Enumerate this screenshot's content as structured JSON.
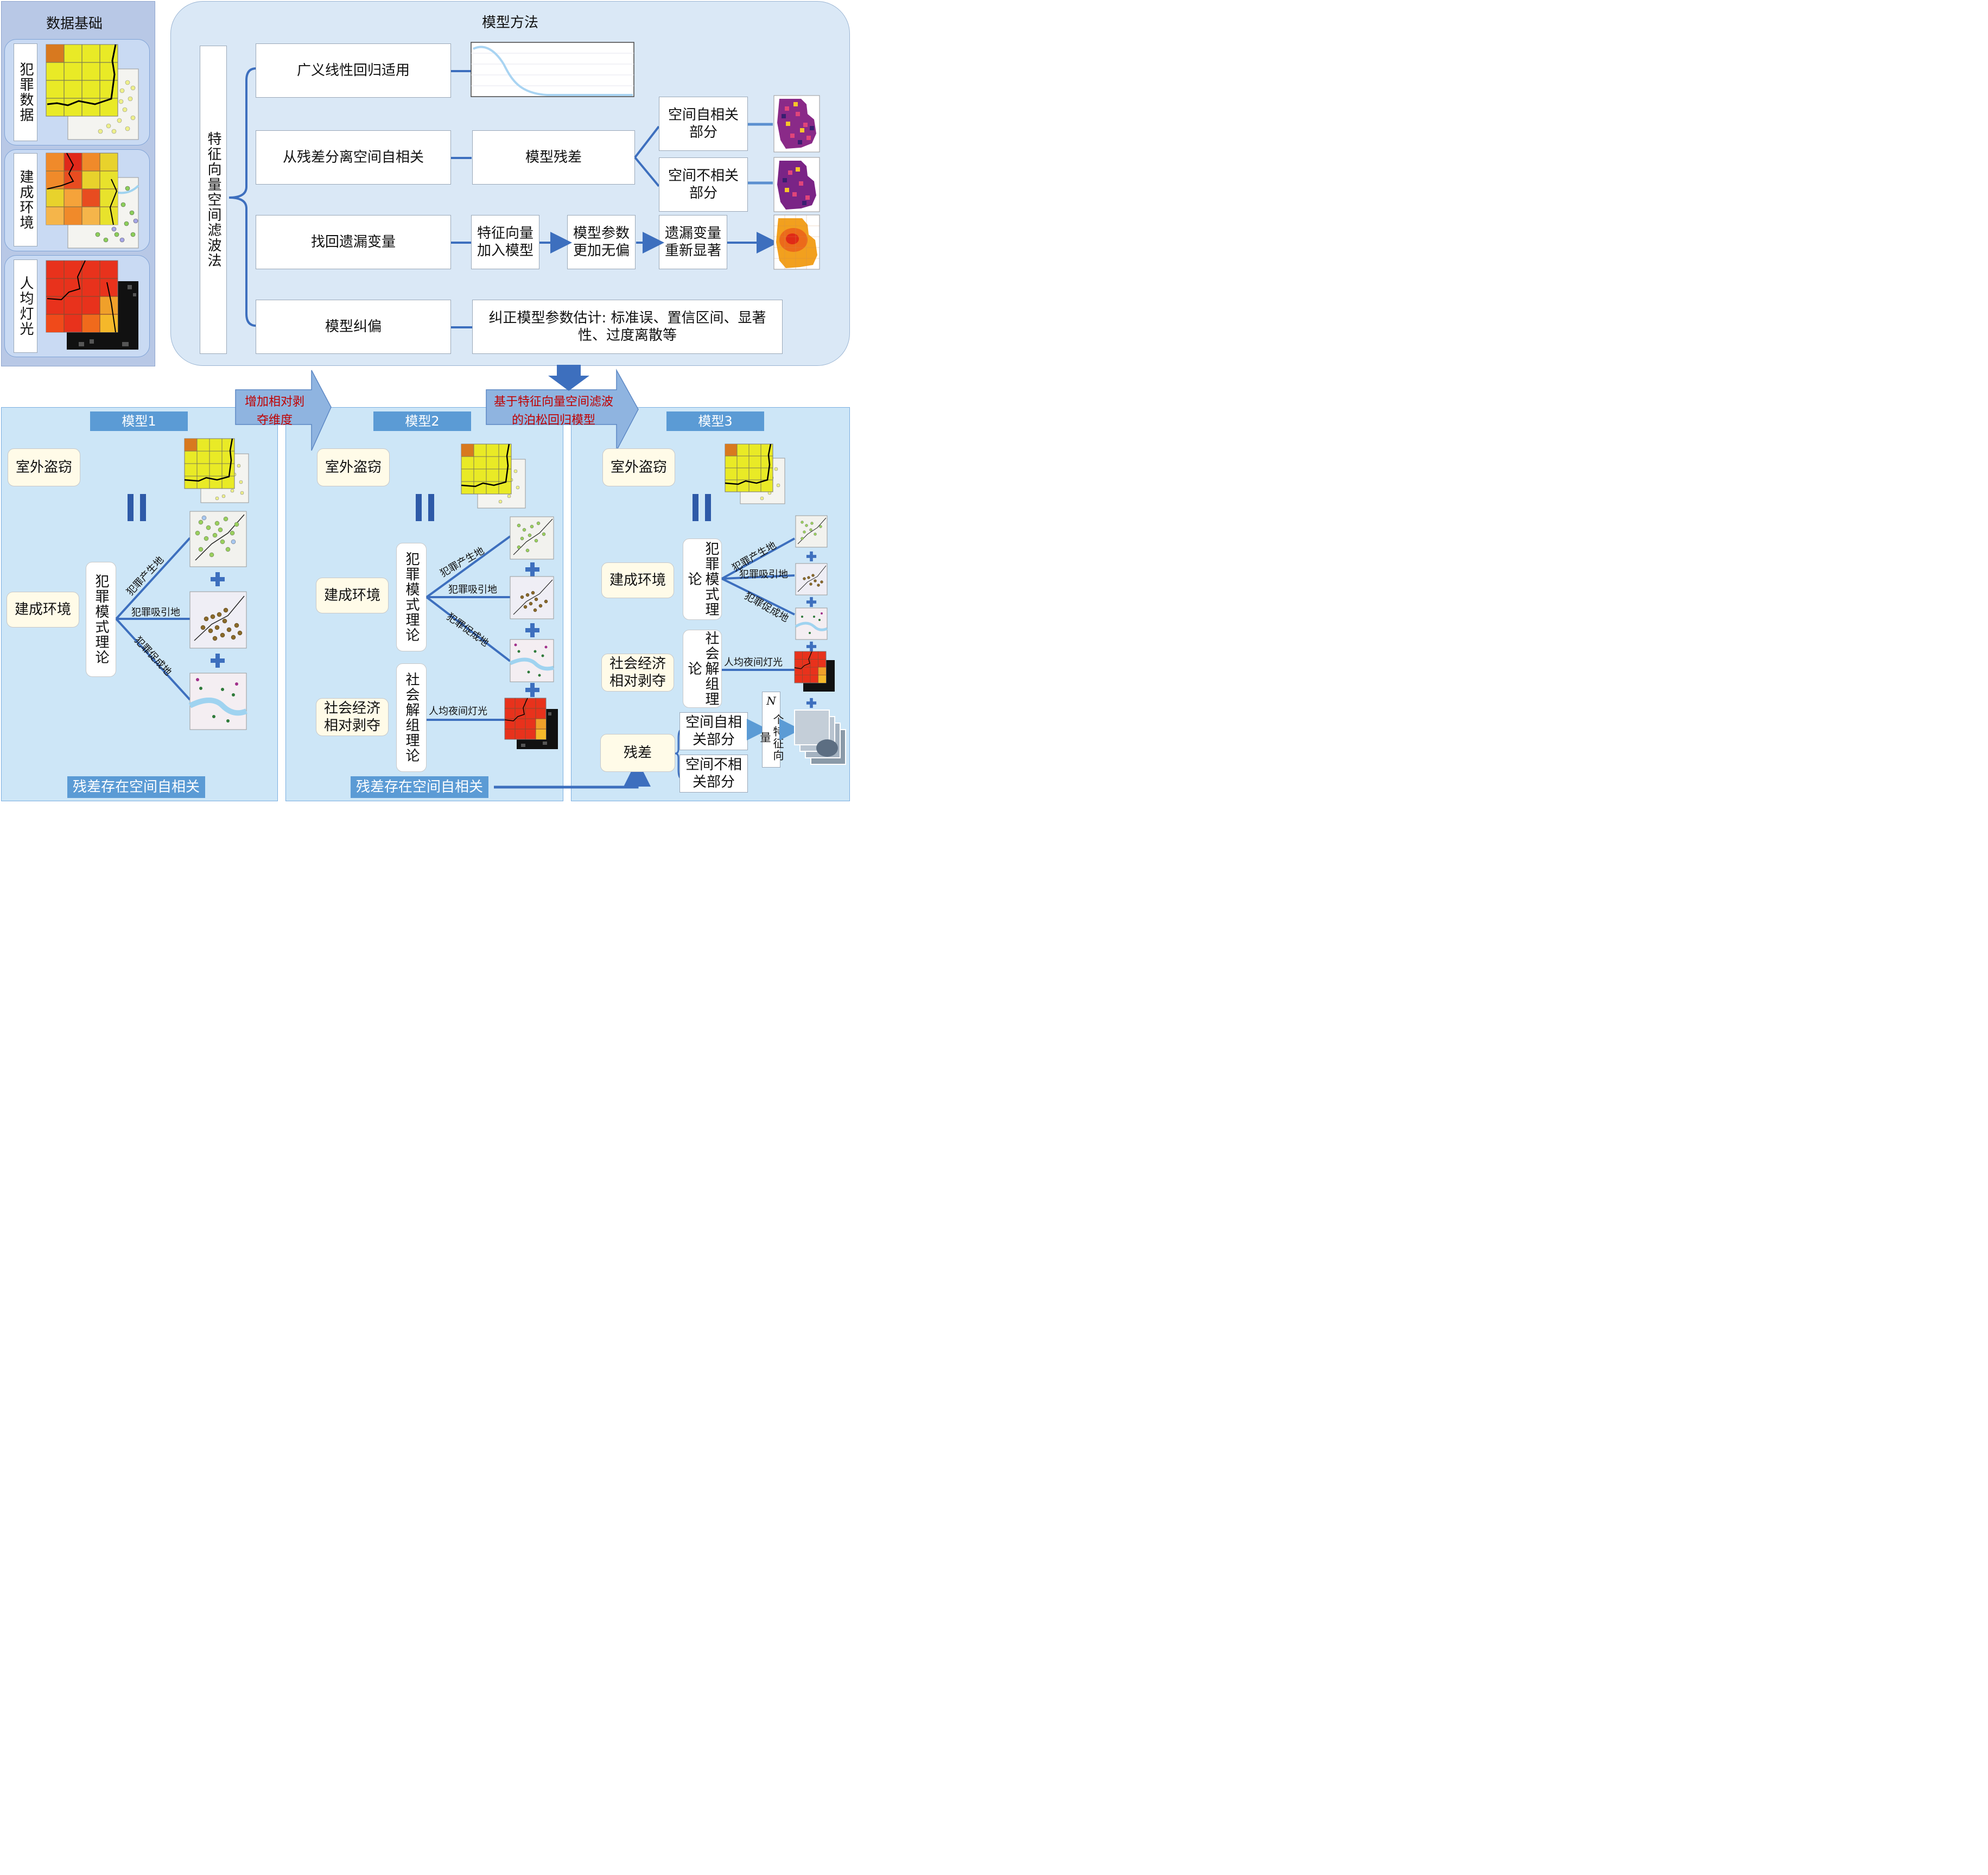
{
  "data_foundation": {
    "title": "数据基础",
    "items": [
      {
        "label": "犯罪数据"
      },
      {
        "label": "建成环境"
      },
      {
        "label": "人均灯光"
      }
    ]
  },
  "model_methods": {
    "title": "模型方法",
    "esf_label": "特征向量空间滤波法",
    "rows": [
      {
        "label": "广义线性回归适用"
      },
      {
        "label": "从残差分离空间自相关",
        "middle": "模型残差",
        "split_top": "空间自相关部分",
        "split_bottom": "空间不相关部分"
      },
      {
        "label": "找回遗漏变量",
        "steps": [
          "特征向量加入模型",
          "模型参数更加无偏",
          "遗漏变量重新显著"
        ]
      },
      {
        "label": "模型纠偏",
        "result": "纠正模型参数估计: 标准误、置信区间、显著性、过度离散等"
      }
    ]
  },
  "arrows": {
    "add_dimension": "增加相对剥夺维度",
    "esf_poisson": "基于特征向量空间滤波的泊松回归模型"
  },
  "models": [
    {
      "title": "模型1",
      "crime": "室外盗窃",
      "built_env": "建成环境",
      "theory": "犯罪模式理论",
      "links": [
        "犯罪产生地",
        "犯罪吸引地",
        "犯罪促成地"
      ],
      "footer": "残差存在空间自相关"
    },
    {
      "title": "模型2",
      "crime": "室外盗窃",
      "built_env": "建成环境",
      "theory": "犯罪模式理论",
      "links": [
        "犯罪产生地",
        "犯罪吸引地",
        "犯罪促成地"
      ],
      "socio": "社会经济相对剥夺",
      "socio_theory": "社会解组理论",
      "socio_link": "人均夜间灯光",
      "footer": "残差存在空间自相关"
    },
    {
      "title": "模型3",
      "crime": "室外盗窃",
      "built_env": "建成环境",
      "theory": "犯罪模式理论",
      "links": [
        "犯罪产生地",
        "犯罪吸引地",
        "犯罪促成地"
      ],
      "socio": "社会经济相对剥夺",
      "socio_theory": "社会解组理论",
      "socio_link": "人均夜间灯光",
      "residual": "残差",
      "res_top": "空间自相关部分",
      "res_bottom": "空间不相关部分",
      "n_vectors_var": "N",
      "n_vectors_rest": "个特征向量"
    }
  ],
  "colors": {
    "panel_blue": "#b4c7e7",
    "light_blue": "#cde6f7",
    "accent_blue": "#3d6fbe",
    "tab_blue": "#5b9bd5",
    "red_text": "#c00000"
  }
}
